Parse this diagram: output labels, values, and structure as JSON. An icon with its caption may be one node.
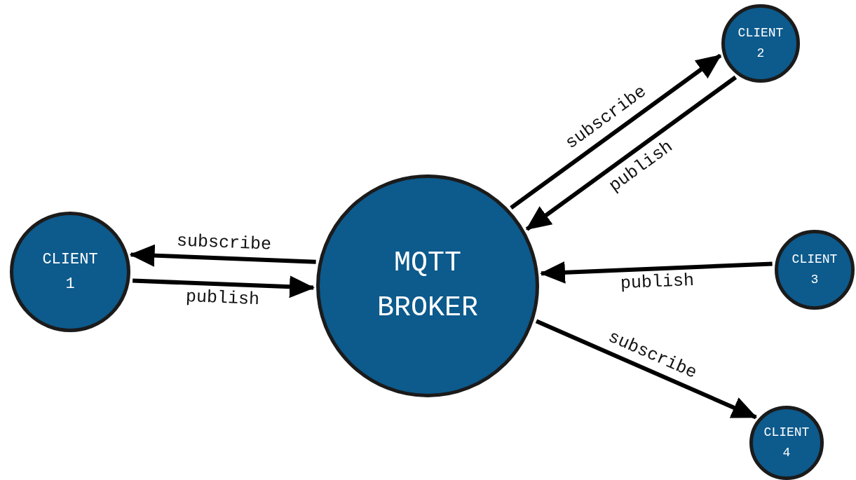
{
  "diagram": {
    "nodes": [
      {
        "text": [
          "CLIENT 1"
        ]
      },
      {
        "text": [
          "MQTT BROKER"
        ]
      },
      {
        "text": [
          "CLIENT 2"
        ]
      },
      {
        "text": [
          "CLIENT 3"
        ]
      },
      {
        "text": [
          "CLIENT 4"
        ]
      }
    ],
    "edges": [
      {
        "from": 1,
        "to": 0,
        "arrow": "to",
        "label": "subscribe"
      },
      {
        "from": 0,
        "to": 1,
        "arrow": "to",
        "label": "publish"
      },
      {
        "from": 1,
        "to": 2,
        "arrow": "to",
        "label": "subscribe"
      },
      {
        "from": 2,
        "to": 1,
        "arrow": "to",
        "label": "publish"
      },
      {
        "from": 3,
        "to": 1,
        "arrow": "to",
        "label": "publish"
      },
      {
        "from": 1,
        "to": 4,
        "arrow": "to",
        "label": "subscribe"
      }
    ]
  }
}
